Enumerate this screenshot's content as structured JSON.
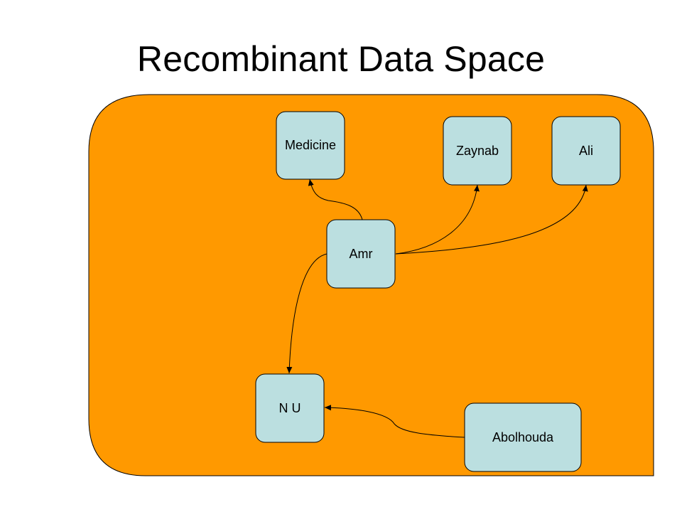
{
  "slide": {
    "title": "Recombinant Data Space"
  },
  "colors": {
    "container_fill": "#FF9900",
    "node_fill": "#BBDFE0",
    "stroke": "#000000"
  },
  "nodes": {
    "medicine": "Medicine",
    "zaynab": "Zaynab",
    "ali": "Ali",
    "amr": "Amr",
    "nu": "N U",
    "abolhouda": "Abolhouda"
  },
  "edges": [
    {
      "from": "amr",
      "to": "medicine"
    },
    {
      "from": "amr",
      "to": "zaynab"
    },
    {
      "from": "amr",
      "to": "ali"
    },
    {
      "from": "amr",
      "to": "nu"
    },
    {
      "from": "abolhouda",
      "to": "nu"
    }
  ]
}
